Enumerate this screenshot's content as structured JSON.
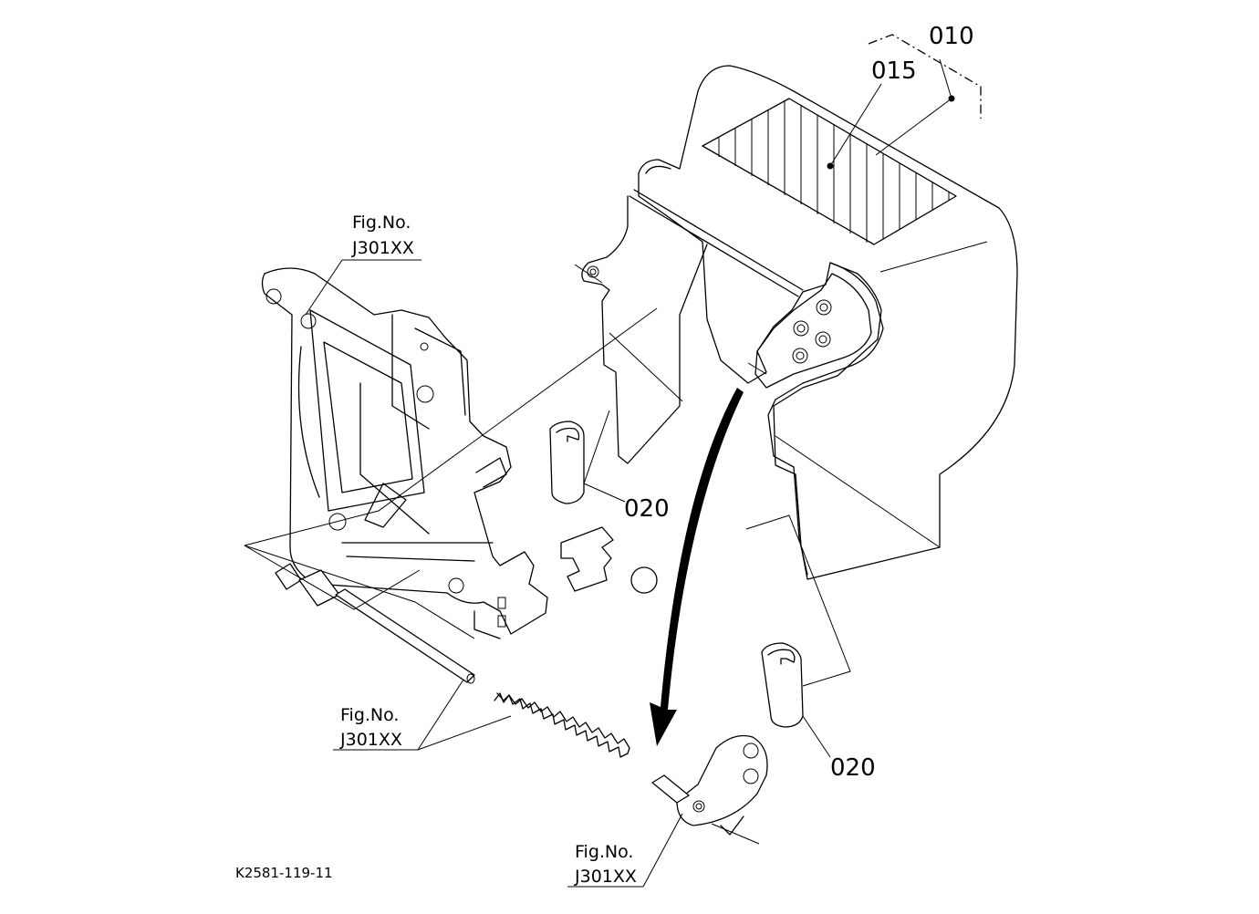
{
  "callouts": {
    "part_010": "010",
    "part_015": "015",
    "part_020_upper": "020",
    "part_020_lower": "020"
  },
  "references": {
    "top_left": {
      "line1": "Fig.No.",
      "line2": "J301XX"
    },
    "middle_left": {
      "line1": "Fig.No.",
      "line2": "J301XX"
    },
    "bottom": {
      "line1": "Fig.No.",
      "line2": "J301XX"
    }
  },
  "drawing_code": "K2581-119-11"
}
